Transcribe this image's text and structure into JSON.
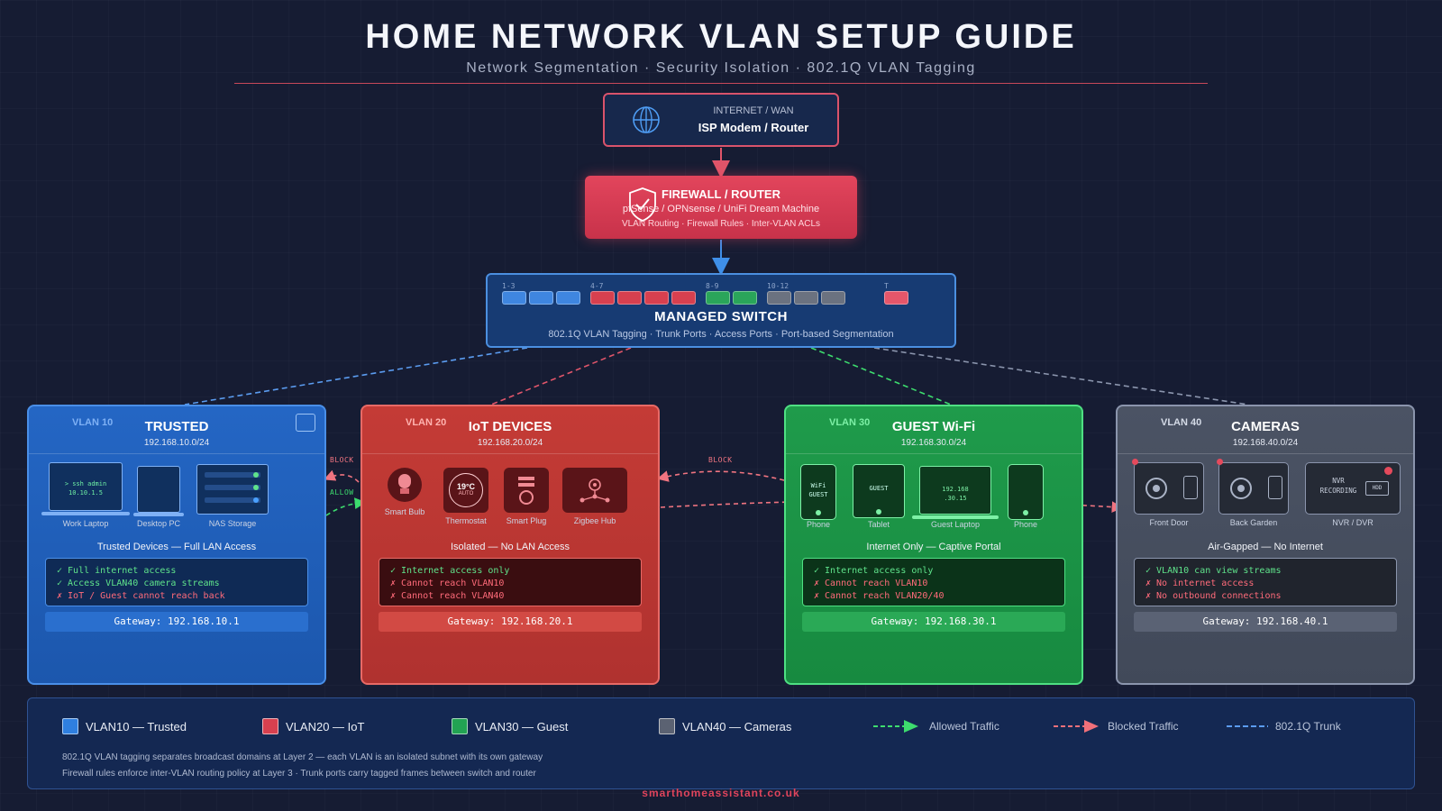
{
  "header": {
    "title": "HOME NETWORK VLAN SETUP GUIDE",
    "subtitle": "Network Segmentation · Security Isolation · 802.1Q VLAN Tagging"
  },
  "isp": {
    "small_label": "INTERNET / WAN",
    "main_label": "ISP Modem / Router",
    "icon": "globe-icon"
  },
  "firewall": {
    "title": "FIREWALL / ROUTER",
    "line1": "pfSense / OPNsense / UniFi Dream Machine",
    "line2": "VLAN Routing · Firewall Rules · Inter-VLAN ACLs",
    "icon": "shield-check-icon"
  },
  "switch": {
    "title": "MANAGED SWITCH",
    "subtitle": "802.1Q VLAN Tagging · Trunk Ports · Access Ports · Port-based Segmentation",
    "port_groups": [
      {
        "label": "1-3",
        "color": "#3f86e0",
        "count": 3
      },
      {
        "label": "4-7",
        "color": "#d7404f",
        "count": 4
      },
      {
        "label": "8-9",
        "color": "#2aa55a",
        "count": 2
      },
      {
        "label": "10-12",
        "color": "#6b7280",
        "count": 3
      },
      {
        "label": "T",
        "color": "#e5566a",
        "count": 1
      }
    ]
  },
  "edges": {
    "block1": "BLOCK",
    "allow1": "ALLOW",
    "block2": "BLOCK"
  },
  "vlans": [
    {
      "id": "VLAN 10",
      "name": "TRUSTED",
      "subnet": "192.168.10.0/24",
      "color": "#2b6fd0",
      "devices": [
        "Work Laptop",
        "Desktop PC",
        "NAS Storage"
      ],
      "laptop_screen": [
        "> ssh admin",
        "10.10.1.5"
      ],
      "summary": "Trusted Devices — Full LAN Access",
      "rules": [
        "✓ Full internet access",
        "✓ Access VLAN40 camera streams",
        "✗ IoT / Guest cannot reach back"
      ],
      "gateway": "Gateway: 192.168.10.1"
    },
    {
      "id": "VLAN 20",
      "name": "IoT DEVICES",
      "subnet": "192.168.20.0/24",
      "color": "#c43a35",
      "devices": [
        "Smart Bulb",
        "Thermostat",
        "Smart Plug",
        "Zigbee Hub"
      ],
      "thermostat": [
        "19°C",
        "AUTO"
      ],
      "summary": "Isolated — No LAN Access",
      "rules": [
        "✓ Internet access only",
        "✗ Cannot reach VLAN10",
        "✗ Cannot reach VLAN40"
      ],
      "gateway": "Gateway: 192.168.20.1"
    },
    {
      "id": "VLAN 30",
      "name": "GUEST Wi-Fi",
      "subnet": "192.168.30.0/24",
      "color": "#1f9a4a",
      "devices": [
        "Phone",
        "Tablet",
        "Guest Laptop",
        "Phone"
      ],
      "phone_screen": [
        "WiFi",
        "GUEST"
      ],
      "tablet_screen": "GUEST",
      "laptop_screen": [
        "192.168",
        ".30.15"
      ],
      "summary": "Internet Only — Captive Portal",
      "rules": [
        "✓ Internet access only",
        "✗ Cannot reach VLAN10",
        "✗ Cannot reach VLAN20/40"
      ],
      "gateway": "Gateway: 192.168.30.1"
    },
    {
      "id": "VLAN 40",
      "name": "CAMERAS",
      "subnet": "192.168.40.0/24",
      "color": "#4a5263",
      "devices": [
        "Front Door",
        "Back Garden",
        "NVR / DVR"
      ],
      "nvr_screen": [
        "NVR",
        "RECORDING",
        "HDD"
      ],
      "summary": "Air-Gapped — No Internet",
      "rules": [
        "✓ VLAN10 can view streams",
        "✗ No internet access",
        "✗ No outbound connections"
      ],
      "gateway": "Gateway: 192.168.40.1"
    }
  ],
  "legend": {
    "items": [
      {
        "label": "VLAN10 — Trusted",
        "color": "#2f7fe0"
      },
      {
        "label": "VLAN20 — IoT",
        "color": "#d7404f"
      },
      {
        "label": "VLAN30 — Guest",
        "color": "#22a353"
      },
      {
        "label": "VLAN40 — Cameras",
        "color": "#5b6272"
      }
    ],
    "allowed": "Allowed Traffic",
    "blocked": "Blocked Traffic",
    "trunk": "802.1Q Trunk",
    "colors": {
      "allowed": "#3ddc6e",
      "blocked": "#f0707a",
      "trunk": "#5b9cf0"
    },
    "note1": "802.1Q VLAN tagging separates broadcast domains at Layer 2 — each VLAN is an isolated subnet with its own gateway",
    "note2": "Firewall rules enforce inter-VLAN routing policy at Layer 3 · Trunk ports carry tagged frames between switch and router"
  },
  "footer": "smarthomeassistant.co.uk"
}
